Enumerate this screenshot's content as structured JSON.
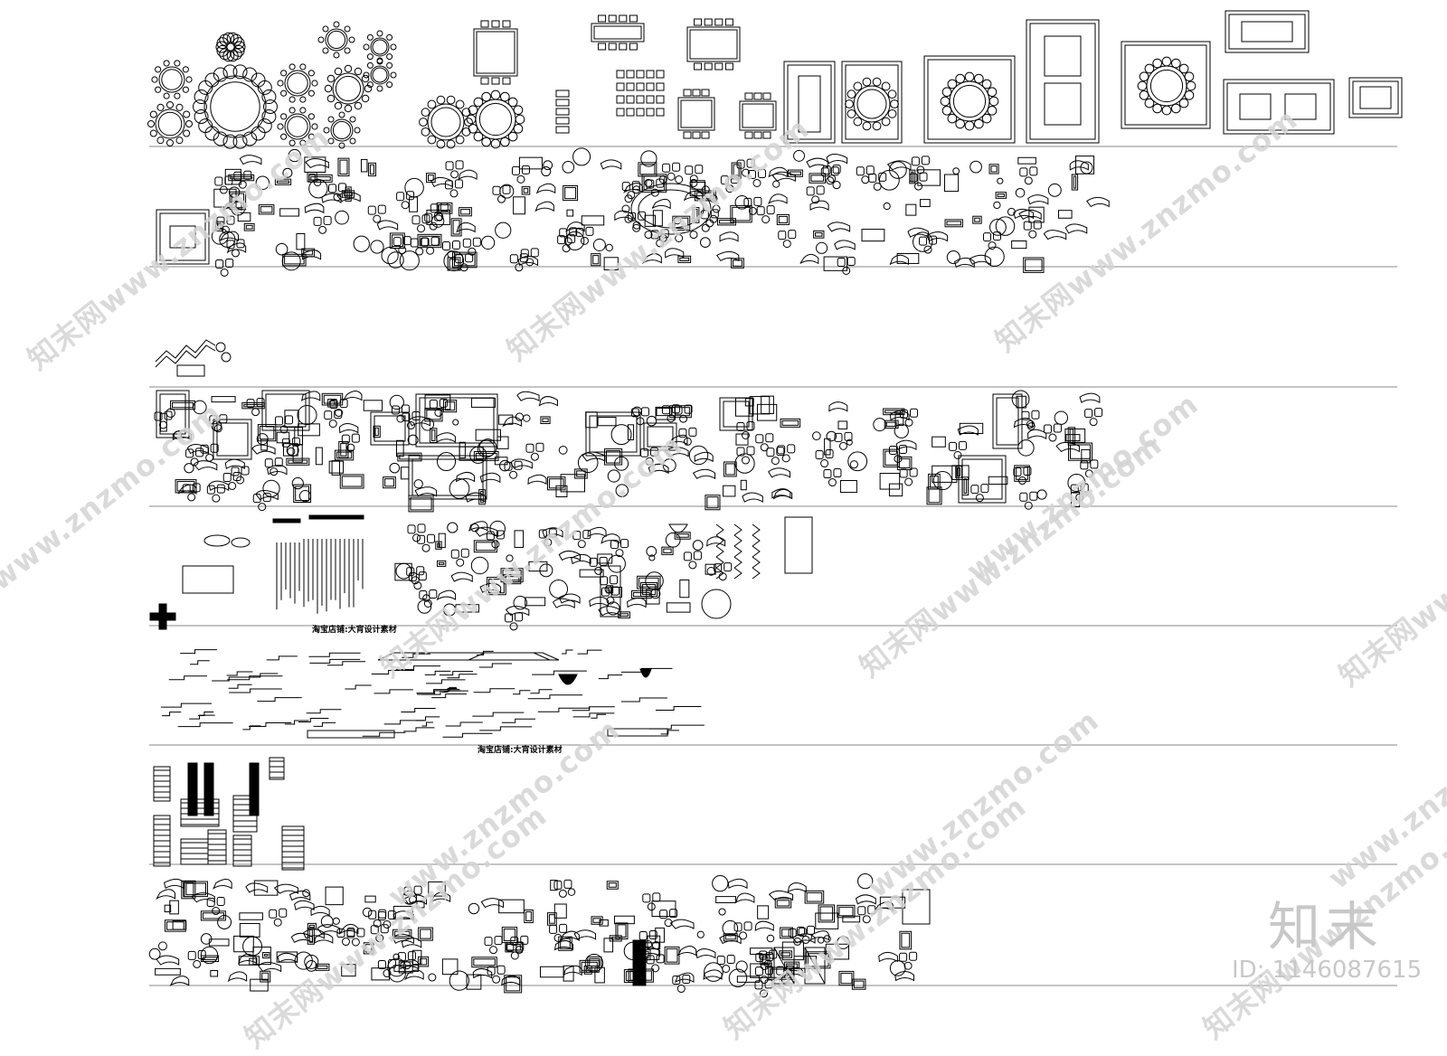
{
  "watermark": {
    "site": "知末网www.znzmo.com",
    "domain": "www.znzmo.com"
  },
  "brand": {
    "logo_text": "知末",
    "id_text": "ID: 1146087615"
  },
  "sheet_labels": {
    "row4": "淘宝店铺:大宵设计素材",
    "row5": "淘宝店铺:大宵设计素材"
  },
  "colors": {
    "linework": "#000000",
    "separator": "#888888",
    "watermark": "#d4d4d4",
    "brand": "#c8c8c8",
    "background": "#ffffff"
  }
}
